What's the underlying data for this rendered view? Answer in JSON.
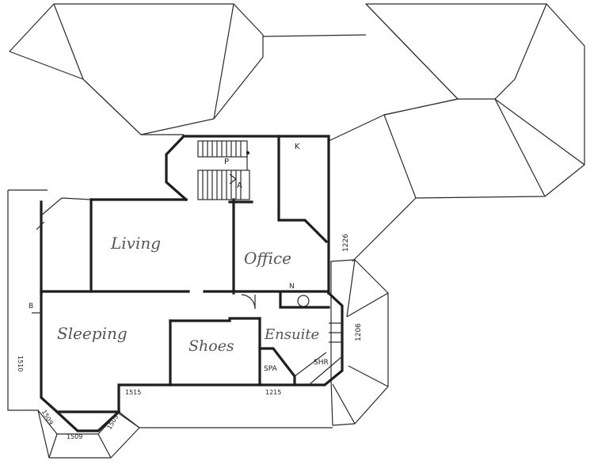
{
  "colors": {
    "line": "#1e1e1e",
    "label": "#555555",
    "paper": "#ffffff"
  },
  "rooms": {
    "living": "Living",
    "office": "Office",
    "sleeping": "Sleeping",
    "shoes": "Shoes",
    "ensuite": "Ensuite"
  },
  "marks": {
    "k": "K",
    "p": "P",
    "a": "A",
    "n": "N",
    "b": "B",
    "spa": "SPA",
    "shr": "SHR",
    "d1226": "1226",
    "d1206": "1206",
    "d1515": "1515",
    "d1215": "1215",
    "d1509_left": "1509",
    "d1509_mid": "1509",
    "d1509_right": "1509",
    "d1510": "1510"
  }
}
